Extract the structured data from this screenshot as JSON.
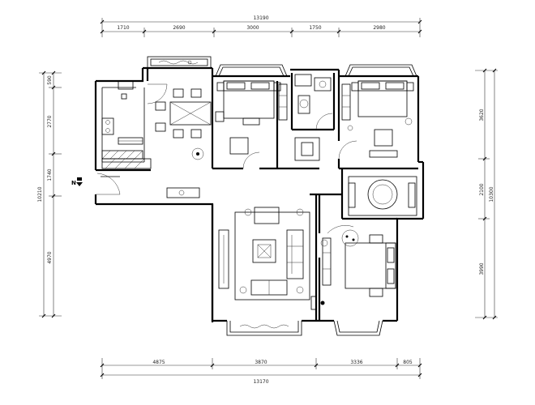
{
  "dimensions": {
    "top_total": "13190",
    "top_segments": [
      "1710",
      "2690",
      "3000",
      "1750",
      "2980"
    ],
    "bottom_total": "13170",
    "bottom_segments": [
      "4875",
      "3870",
      "3336",
      "805"
    ],
    "left_total": "10210",
    "left_segments": [
      "590",
      "2770",
      "1740",
      "4970"
    ],
    "right_total": "10300",
    "right_segments": [
      "3620",
      "2100",
      "3990"
    ]
  },
  "north_label": "N",
  "colors": {
    "line": "#000000",
    "background": "#ffffff",
    "hatch": "#555555"
  }
}
